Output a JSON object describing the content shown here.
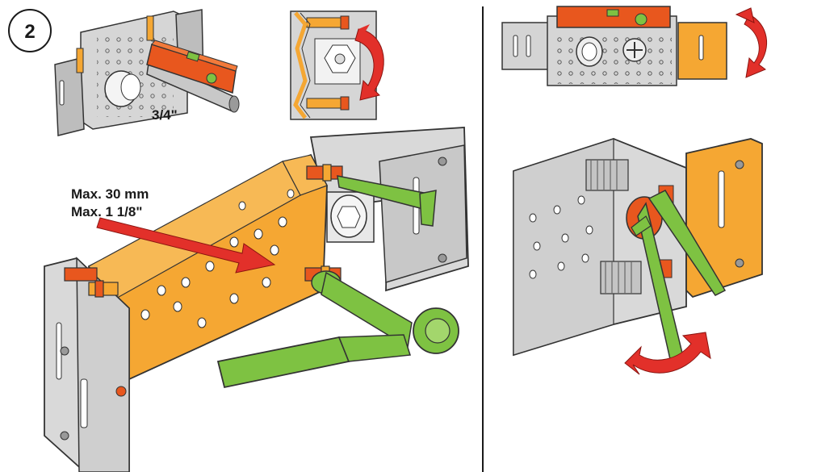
{
  "step": {
    "number": "2"
  },
  "labels": {
    "pipe_size": "3/4\"",
    "max_mm": "Max. 30 mm",
    "max_in": "Max. 1 1/8\""
  },
  "colors": {
    "orange": "#f5a733",
    "orange_dark": "#d97f10",
    "steel": "#c9c9c9",
    "steel_dark": "#8a8a8a",
    "green": "#7ec242",
    "red_arrow": "#e2302a",
    "level_orange": "#e8571e"
  },
  "icons": [
    "rotate-arrow-icon",
    "curved-arrow-icon",
    "push-arrow-icon",
    "ratchet-wrench-icon",
    "hex-key-icon",
    "spirit-level-icon"
  ]
}
